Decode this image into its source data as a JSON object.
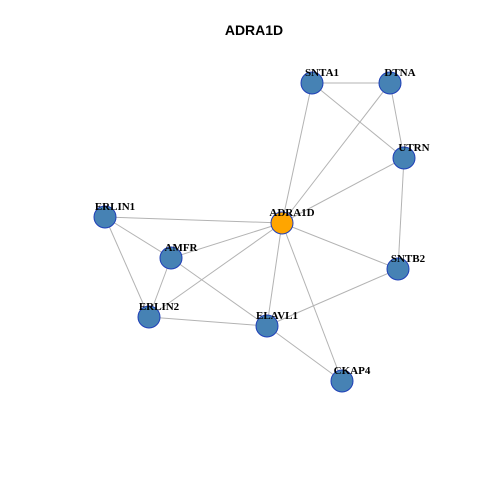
{
  "title": "ADRA1D",
  "colors": {
    "background": "#ffffff",
    "edge": "#b3b3b3",
    "node_fill": "#4682b4",
    "node_stroke": "#1f3fb8",
    "center_node_fill": "#ffa500"
  },
  "nodes": [
    {
      "id": "ADRA1D",
      "label": "ADRA1D",
      "center": true
    },
    {
      "id": "SNTA1",
      "label": "SNTA1"
    },
    {
      "id": "DTNA",
      "label": "DTNA"
    },
    {
      "id": "UTRN",
      "label": "UTRN"
    },
    {
      "id": "ERLIN1",
      "label": "ERLIN1"
    },
    {
      "id": "AMFR",
      "label": "AMFR"
    },
    {
      "id": "SNTB2",
      "label": "SNTB2"
    },
    {
      "id": "ERLIN2",
      "label": "ERLIN2"
    },
    {
      "id": "ELAVL1",
      "label": "ELAVL1"
    },
    {
      "id": "CKAP4",
      "label": "CKAP4"
    }
  ],
  "edges": [
    [
      "SNTA1",
      "DTNA"
    ],
    [
      "SNTA1",
      "UTRN"
    ],
    [
      "SNTA1",
      "ADRA1D"
    ],
    [
      "DTNA",
      "UTRN"
    ],
    [
      "DTNA",
      "ADRA1D"
    ],
    [
      "UTRN",
      "ADRA1D"
    ],
    [
      "UTRN",
      "SNTB2"
    ],
    [
      "ERLIN1",
      "ADRA1D"
    ],
    [
      "ERLIN1",
      "AMFR"
    ],
    [
      "ERLIN1",
      "ERLIN2"
    ],
    [
      "AMFR",
      "ADRA1D"
    ],
    [
      "AMFR",
      "ERLIN2"
    ],
    [
      "AMFR",
      "ELAVL1"
    ],
    [
      "ADRA1D",
      "ERLIN2"
    ],
    [
      "ADRA1D",
      "ELAVL1"
    ],
    [
      "ADRA1D",
      "SNTB2"
    ],
    [
      "ADRA1D",
      "CKAP4"
    ],
    [
      "ERLIN2",
      "ELAVL1"
    ],
    [
      "ELAVL1",
      "SNTB2"
    ],
    [
      "ELAVL1",
      "CKAP4"
    ]
  ]
}
